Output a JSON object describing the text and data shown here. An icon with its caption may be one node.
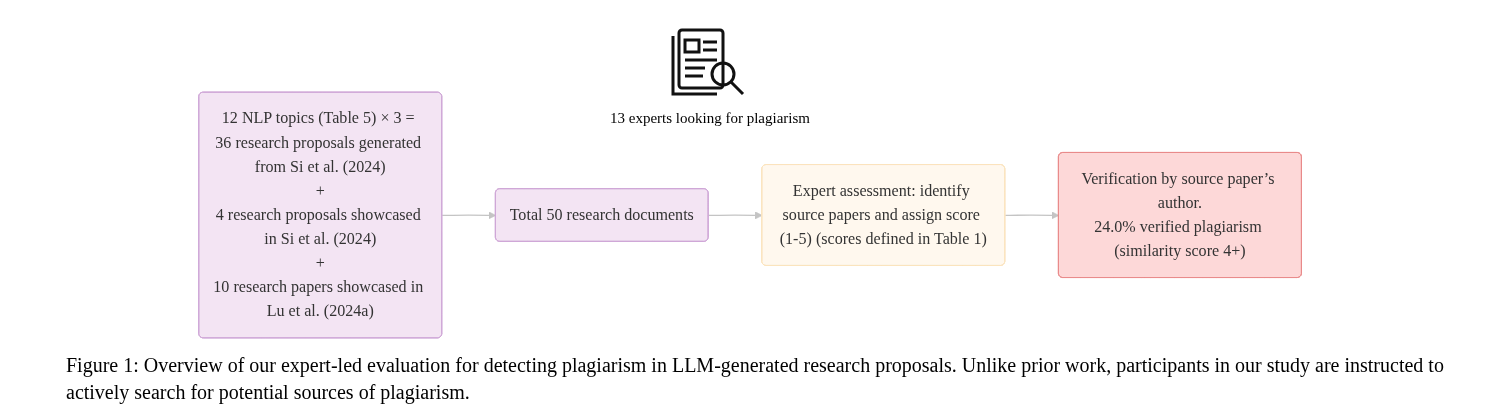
{
  "diagram": {
    "caption": "Figure 1: Overview of our expert-led evaluation for detecting plagiarism in LLM-generated research proposals. Unlike prior work, participants in our study are instructed to actively search for potential sources of plagiarism.",
    "nodes": [
      {
        "text": [
          "12 NLP topics (Table 5) × 3 = 36 research proposals generated from Si et al. (2024)",
          "+",
          "4 research proposals showcased in Si et al. (2024)",
          "+",
          "10 research papers showcased in Lu et al. (2024a)"
        ]
      },
      {
        "text": [
          "Total 50 research documents"
        ]
      },
      {
        "text": [
          "Expert assessment: identify source papers and assign score (1-5) (scores defined in Table 1)"
        ]
      },
      {
        "text": [
          "Verification by source paper’s author.",
          "24.0% verified plagiarism (similarity score 4+)"
        ]
      }
    ],
    "edges": [
      {
        "from": 0,
        "to": 1,
        "arrow": "to"
      },
      {
        "from": 1,
        "to": 2,
        "arrow": "to"
      },
      {
        "from": 2,
        "to": 3,
        "arrow": "to"
      }
    ],
    "labels": [
      "13 experts looking for plagiarism"
    ]
  }
}
